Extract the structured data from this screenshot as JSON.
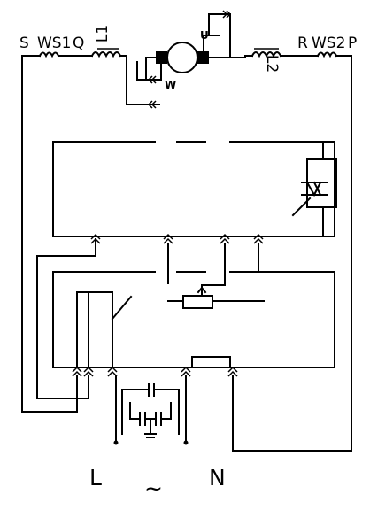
{
  "labels": {
    "s": "S",
    "ws1": "WS1",
    "q": "Q",
    "l1": "L1",
    "r": "R",
    "ws2": "WS2",
    "p": "P",
    "l2": "L2",
    "motor_u": "U",
    "motor_w": "W",
    "mains_l": "L",
    "mains_ac": "~",
    "mains_n": "N"
  }
}
